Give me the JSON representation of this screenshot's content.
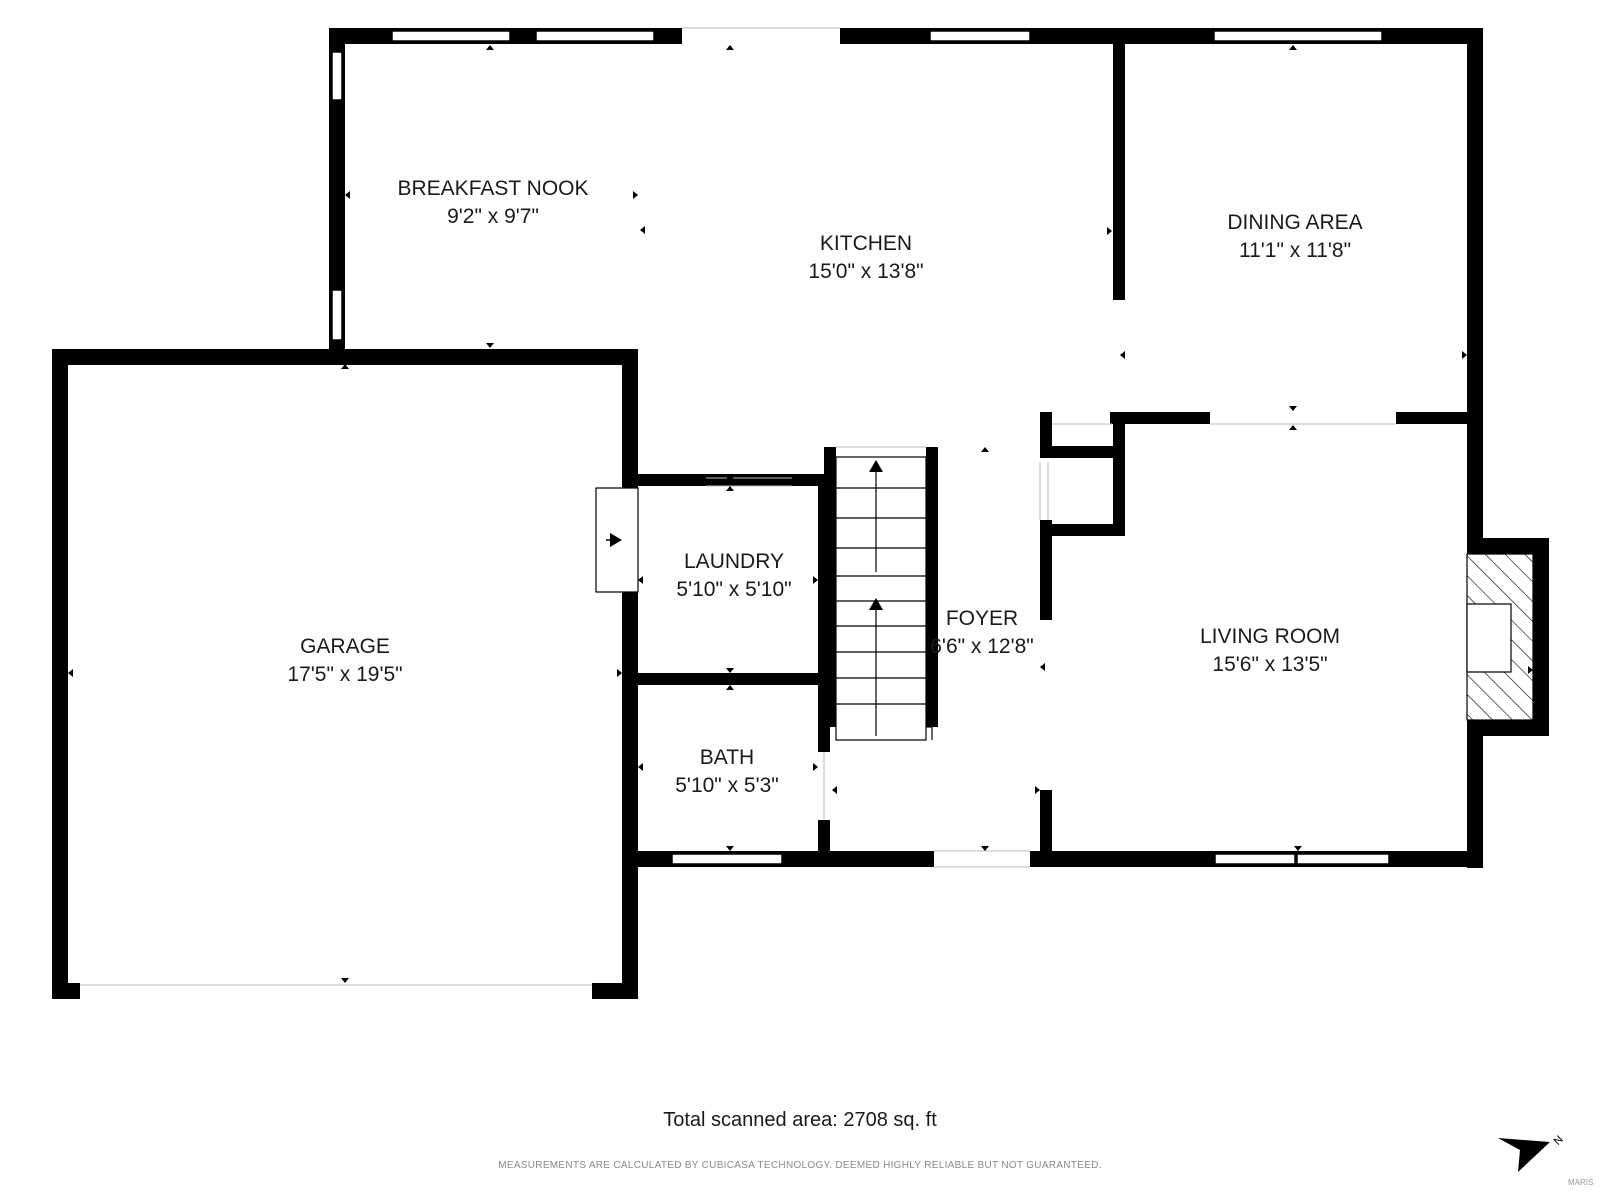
{
  "rooms": {
    "breakfast_nook": {
      "name": "BREAKFAST NOOK",
      "dims": "9'2\" x 9'7\""
    },
    "kitchen": {
      "name": "KITCHEN",
      "dims": "15'0\" x 13'8\""
    },
    "dining_area": {
      "name": "DINING AREA",
      "dims": "11'1\" x 11'8\""
    },
    "garage": {
      "name": "GARAGE",
      "dims": "17'5\" x 19'5\""
    },
    "laundry": {
      "name": "LAUNDRY",
      "dims": "5'10\" x 5'10\""
    },
    "bath": {
      "name": "BATH",
      "dims": "5'10\" x 5'3\""
    },
    "foyer": {
      "name": "FOYER",
      "dims": "6'6\" x 12'8\""
    },
    "living_room": {
      "name": "LIVING ROOM",
      "dims": "15'6\" x 13'5\""
    }
  },
  "footer": {
    "total_area": "Total scanned area: 2708 sq. ft",
    "disclaimer": "MEASUREMENTS ARE CALCULATED BY CUBICASA TECHNOLOGY. DEEMED HIGHLY RELIABLE BUT NOT GUARANTEED.",
    "brand": "MARIS"
  },
  "compass": {
    "label": "N"
  },
  "colors": {
    "wall": "#000000",
    "window": "#ffffff",
    "hatch": "#000000"
  }
}
